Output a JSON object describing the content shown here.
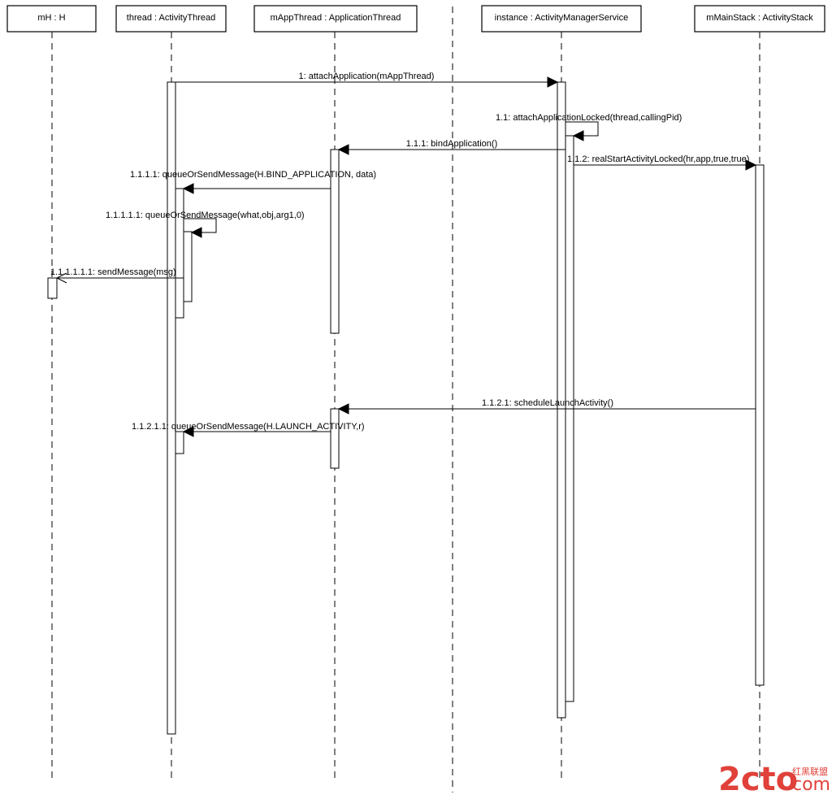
{
  "lifelines": [
    {
      "label": "mH : H"
    },
    {
      "label": "thread : ActivityThread"
    },
    {
      "label": "mAppThread : ApplicationThread"
    },
    {
      "label": "instance : ActivityManagerService"
    },
    {
      "label": "mMainStack : ActivityStack"
    }
  ],
  "messages": [
    {
      "label": "1: attachApplication(mAppThread)"
    },
    {
      "label": "1.1: attachApplicationLocked(thread,callingPid)"
    },
    {
      "label": "1.1.1: bindApplication()"
    },
    {
      "label": "1.1.2: realStartActivityLocked(hr,app,true,true)"
    },
    {
      "label": "1.1.1.1: queueOrSendMessage(H.BIND_APPLICATION, data)"
    },
    {
      "label": "1.1.1.1.1: queueOrSendMessage(what,obj,arg1,0)"
    },
    {
      "label": "1.1.1.1.1.1: sendMessage(msg)"
    },
    {
      "label": "1.1.2.1: scheduleLaunchActivity()"
    },
    {
      "label": "1.1.2.1.1: queueOrSendMessage(H.LAUNCH_ACTIVITY,r)"
    }
  ],
  "watermark": {
    "main": "2cto",
    "suffix": ".com",
    "cn": "红黑联盟"
  },
  "colors": {
    "line": "#000000",
    "watermark": "#e0413a"
  }
}
